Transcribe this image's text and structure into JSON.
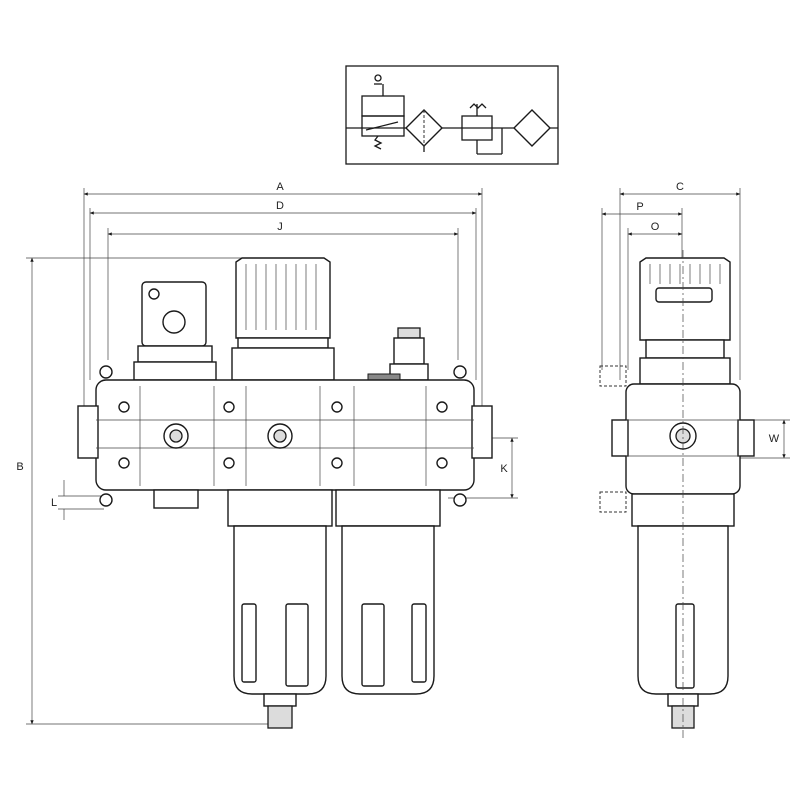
{
  "dimensions": {
    "A": "A",
    "D": "D",
    "J": "J",
    "B": "B",
    "L": "L",
    "K": "K",
    "C": "C",
    "P": "P",
    "O": "O",
    "W": "W"
  },
  "colors": {
    "line": "#1a1a1a",
    "shade": "#dcdcdc",
    "background": "#ffffff"
  }
}
